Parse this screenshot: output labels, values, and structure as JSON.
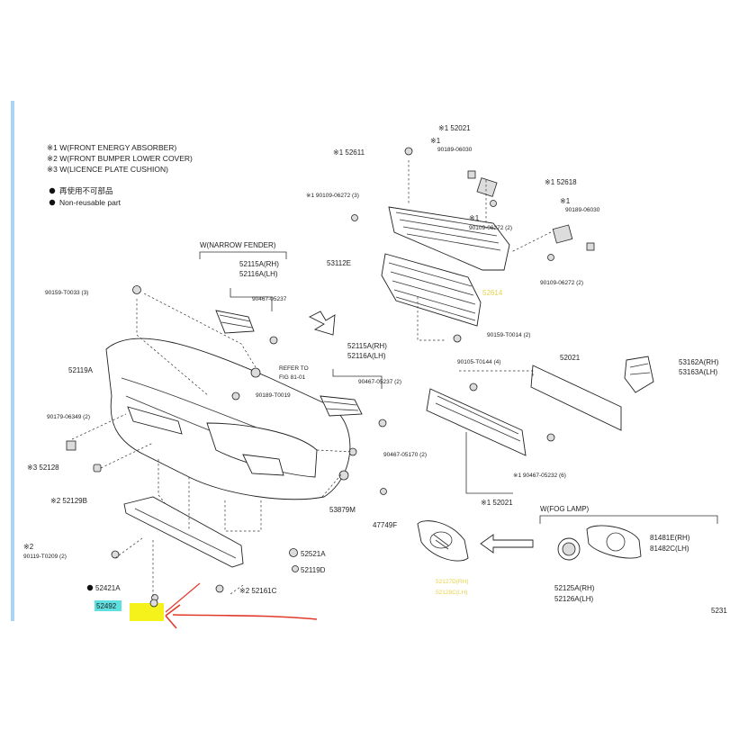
{
  "legend": {
    "w_notes": [
      "※1 W(FRONT ENERGY ABSORBER)",
      "※2 W(FRONT BUMPER LOWER COVER)",
      "※3 W(LICENCE PLATE CUSHION)"
    ],
    "reuse_cn": "再使用不可部品",
    "reuse_en": "Non-reusable part"
  },
  "sections": {
    "narrow_fender": "W(NARROW FENDER)",
    "fog_lamp": "W(FOG LAMP)"
  },
  "labels": {
    "ref_fig_1": "REFER TO",
    "ref_fig_2": "FIG 81-01",
    "page_number": "5231"
  },
  "parts": [
    {
      "id": "p1",
      "text": "※1 52021"
    },
    {
      "id": "p2",
      "text": "※1"
    },
    {
      "id": "p3",
      "text": "90189-06030"
    },
    {
      "id": "p4",
      "text": "※1 52611"
    },
    {
      "id": "p5",
      "text": "※1 90109-06272 (3)"
    },
    {
      "id": "p6",
      "text": "※1"
    },
    {
      "id": "p7",
      "text": "90109-06272 (2)"
    },
    {
      "id": "p8",
      "text": "※1 52618"
    },
    {
      "id": "p9",
      "text": "※1"
    },
    {
      "id": "p10",
      "text": "90189-06030"
    },
    {
      "id": "p11",
      "text": "53112E"
    },
    {
      "id": "p12",
      "text": "52614"
    },
    {
      "id": "p13",
      "text": "90109-06272 (2)"
    },
    {
      "id": "p14",
      "text": "90159-T0033 (3)"
    },
    {
      "id": "p15",
      "text": "52115A(RH)"
    },
    {
      "id": "p16",
      "text": "52116A(LH)"
    },
    {
      "id": "p17",
      "text": "90467-05237"
    },
    {
      "id": "p18",
      "text": "90159-T0014 (2)"
    },
    {
      "id": "p19",
      "text": "52119A"
    },
    {
      "id": "p20",
      "text": "90189-T0019"
    },
    {
      "id": "p21",
      "text": "52115A(RH)"
    },
    {
      "id": "p22",
      "text": "52116A(LH)"
    },
    {
      "id": "p23",
      "text": "90467-05237 (2)"
    },
    {
      "id": "p24",
      "text": "90105-T0144 (4)"
    },
    {
      "id": "p25",
      "text": "52021"
    },
    {
      "id": "p26",
      "text": "53162A(RH)"
    },
    {
      "id": "p27",
      "text": "53163A(LH)"
    },
    {
      "id": "p28",
      "text": "90179-06349 (2)"
    },
    {
      "id": "p29",
      "text": "90467-05170 (2)"
    },
    {
      "id": "p30",
      "text": "※1 90467-05232 (6)"
    },
    {
      "id": "p31",
      "text": "※3 52128"
    },
    {
      "id": "p32",
      "text": "53879M"
    },
    {
      "id": "p33",
      "text": "47749F"
    },
    {
      "id": "p34",
      "text": "※1 52021"
    },
    {
      "id": "p35",
      "text": "※2 52129B"
    },
    {
      "id": "p36",
      "text": "81481E(RH)"
    },
    {
      "id": "p37",
      "text": "81482C(LH)"
    },
    {
      "id": "p38",
      "text": "※2"
    },
    {
      "id": "p39",
      "text": "90119-T0209 (2)"
    },
    {
      "id": "p40",
      "text": "52521A"
    },
    {
      "id": "p41",
      "text": "52119D"
    },
    {
      "id": "p42",
      "text": "52127D(RH)"
    },
    {
      "id": "p43",
      "text": "52128C(LH)"
    },
    {
      "id": "p44",
      "text": "52125A(RH)"
    },
    {
      "id": "p45",
      "text": "52126A(LH)"
    },
    {
      "id": "p46",
      "text": "52421A"
    },
    {
      "id": "p47",
      "text": "※2 52161C"
    },
    {
      "id": "p48",
      "text": "52492"
    }
  ],
  "colors": {
    "highlight_label": "#5ee0e0",
    "highlight_part": "#f4f21a",
    "annotation_arrow": "#e23a2a",
    "ghost_label": "#e8d24a",
    "strip": "#a9d4f5"
  }
}
